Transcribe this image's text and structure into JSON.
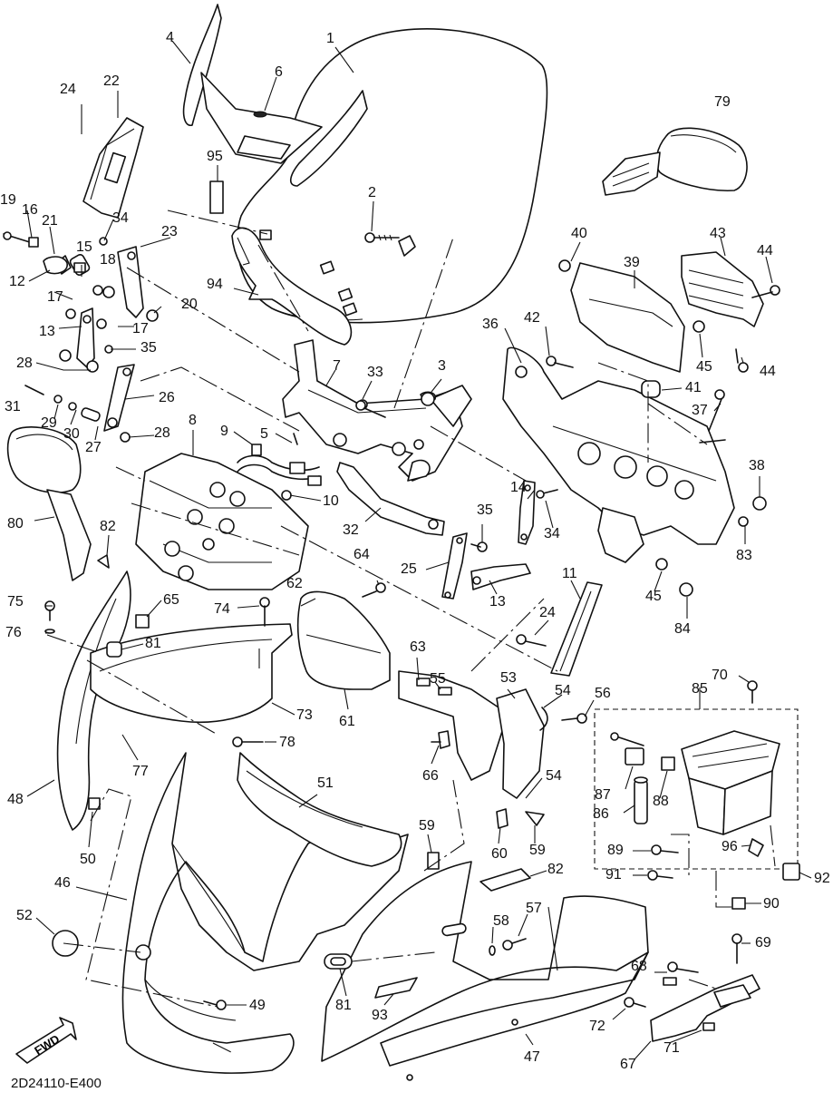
{
  "diagram": {
    "drawing_code": "2D24110-E400",
    "direction_label": "FWD"
  },
  "callouts": [
    {
      "id": "c1",
      "label": "1"
    },
    {
      "id": "c2",
      "label": "2"
    },
    {
      "id": "c3",
      "label": "3"
    },
    {
      "id": "c4",
      "label": "4"
    },
    {
      "id": "c5",
      "label": "5"
    },
    {
      "id": "c6",
      "label": "6"
    },
    {
      "id": "c7",
      "label": "7"
    },
    {
      "id": "c8",
      "label": "8"
    },
    {
      "id": "c9",
      "label": "9"
    },
    {
      "id": "c10",
      "label": "10"
    },
    {
      "id": "c11",
      "label": "11"
    },
    {
      "id": "c12",
      "label": "12"
    },
    {
      "id": "c13a",
      "label": "13"
    },
    {
      "id": "c13b",
      "label": "13"
    },
    {
      "id": "c14",
      "label": "14"
    },
    {
      "id": "c15",
      "label": "15"
    },
    {
      "id": "c16",
      "label": "16"
    },
    {
      "id": "c17a",
      "label": "17"
    },
    {
      "id": "c17b",
      "label": "17"
    },
    {
      "id": "c18",
      "label": "18"
    },
    {
      "id": "c19",
      "label": "19"
    },
    {
      "id": "c20",
      "label": "20"
    },
    {
      "id": "c21",
      "label": "21"
    },
    {
      "id": "c22",
      "label": "22"
    },
    {
      "id": "c23",
      "label": "23"
    },
    {
      "id": "c24a",
      "label": "24"
    },
    {
      "id": "c24b",
      "label": "24"
    },
    {
      "id": "c25",
      "label": "25"
    },
    {
      "id": "c26",
      "label": "26"
    },
    {
      "id": "c27",
      "label": "27"
    },
    {
      "id": "c28a",
      "label": "28"
    },
    {
      "id": "c28b",
      "label": "28"
    },
    {
      "id": "c29",
      "label": "29"
    },
    {
      "id": "c30",
      "label": "30"
    },
    {
      "id": "c31",
      "label": "31"
    },
    {
      "id": "c32",
      "label": "32"
    },
    {
      "id": "c33",
      "label": "33"
    },
    {
      "id": "c34a",
      "label": "34"
    },
    {
      "id": "c34b",
      "label": "34"
    },
    {
      "id": "c35a",
      "label": "35"
    },
    {
      "id": "c35b",
      "label": "35"
    },
    {
      "id": "c36",
      "label": "36"
    },
    {
      "id": "c37",
      "label": "37"
    },
    {
      "id": "c38",
      "label": "38"
    },
    {
      "id": "c39",
      "label": "39"
    },
    {
      "id": "c40",
      "label": "40"
    },
    {
      "id": "c41",
      "label": "41"
    },
    {
      "id": "c42",
      "label": "42"
    },
    {
      "id": "c43",
      "label": "43"
    },
    {
      "id": "c44a",
      "label": "44"
    },
    {
      "id": "c44b",
      "label": "44"
    },
    {
      "id": "c45a",
      "label": "45"
    },
    {
      "id": "c45b",
      "label": "45"
    },
    {
      "id": "c46",
      "label": "46"
    },
    {
      "id": "c47",
      "label": "47"
    },
    {
      "id": "c48",
      "label": "48"
    },
    {
      "id": "c49",
      "label": "49"
    },
    {
      "id": "c50",
      "label": "50"
    },
    {
      "id": "c51",
      "label": "51"
    },
    {
      "id": "c52",
      "label": "52"
    },
    {
      "id": "c53",
      "label": "53"
    },
    {
      "id": "c54a",
      "label": "54"
    },
    {
      "id": "c54b",
      "label": "54"
    },
    {
      "id": "c55",
      "label": "55"
    },
    {
      "id": "c56",
      "label": "56"
    },
    {
      "id": "c57",
      "label": "57"
    },
    {
      "id": "c58",
      "label": "58"
    },
    {
      "id": "c59a",
      "label": "59"
    },
    {
      "id": "c59b",
      "label": "59"
    },
    {
      "id": "c60",
      "label": "60"
    },
    {
      "id": "c61",
      "label": "61"
    },
    {
      "id": "c62",
      "label": "62"
    },
    {
      "id": "c63",
      "label": "63"
    },
    {
      "id": "c64",
      "label": "64"
    },
    {
      "id": "c65",
      "label": "65"
    },
    {
      "id": "c66",
      "label": "66"
    },
    {
      "id": "c67",
      "label": "67"
    },
    {
      "id": "c68",
      "label": "68"
    },
    {
      "id": "c69",
      "label": "69"
    },
    {
      "id": "c70",
      "label": "70"
    },
    {
      "id": "c71",
      "label": "71"
    },
    {
      "id": "c72",
      "label": "72"
    },
    {
      "id": "c73",
      "label": "73"
    },
    {
      "id": "c74",
      "label": "74"
    },
    {
      "id": "c75",
      "label": "75"
    },
    {
      "id": "c76",
      "label": "76"
    },
    {
      "id": "c77",
      "label": "77"
    },
    {
      "id": "c78",
      "label": "78"
    },
    {
      "id": "c79",
      "label": "79"
    },
    {
      "id": "c80",
      "label": "80"
    },
    {
      "id": "c81a",
      "label": "81"
    },
    {
      "id": "c81b",
      "label": "81"
    },
    {
      "id": "c82a",
      "label": "82"
    },
    {
      "id": "c82b",
      "label": "82"
    },
    {
      "id": "c83",
      "label": "83"
    },
    {
      "id": "c84",
      "label": "84"
    },
    {
      "id": "c85",
      "label": "85"
    },
    {
      "id": "c86",
      "label": "86"
    },
    {
      "id": "c87",
      "label": "87"
    },
    {
      "id": "c88",
      "label": "88"
    },
    {
      "id": "c89",
      "label": "89"
    },
    {
      "id": "c90",
      "label": "90"
    },
    {
      "id": "c91",
      "label": "91"
    },
    {
      "id": "c92",
      "label": "92"
    },
    {
      "id": "c93",
      "label": "93"
    },
    {
      "id": "c94",
      "label": "94"
    },
    {
      "id": "c95",
      "label": "95"
    },
    {
      "id": "c96",
      "label": "96"
    }
  ]
}
